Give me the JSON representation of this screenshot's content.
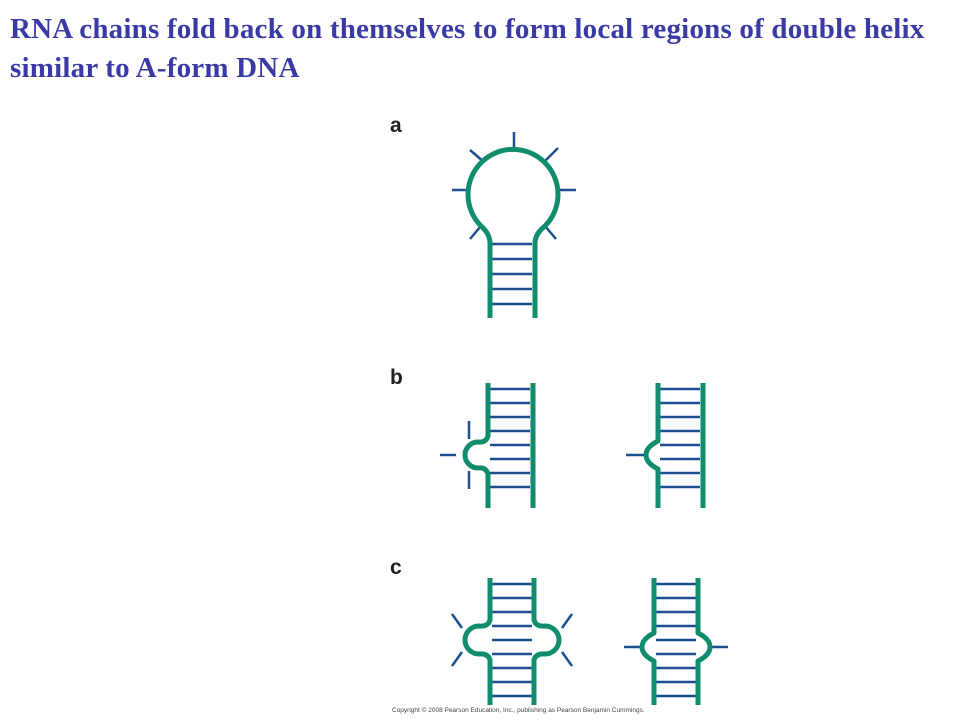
{
  "title": "RNA chains fold back on themselves to form local regions of double helix similar to A-form DNA",
  "panels": {
    "a": {
      "label": "a"
    },
    "b": {
      "label": "b"
    },
    "c": {
      "label": "c"
    }
  },
  "copyright": "Copyright © 2008 Pearson Education, Inc., publishing as Pearson Benjamin Cummings.",
  "colors": {
    "title": "#3a3aa6",
    "backbone": "#0f8d6c",
    "bases": "#1d4e8f"
  }
}
